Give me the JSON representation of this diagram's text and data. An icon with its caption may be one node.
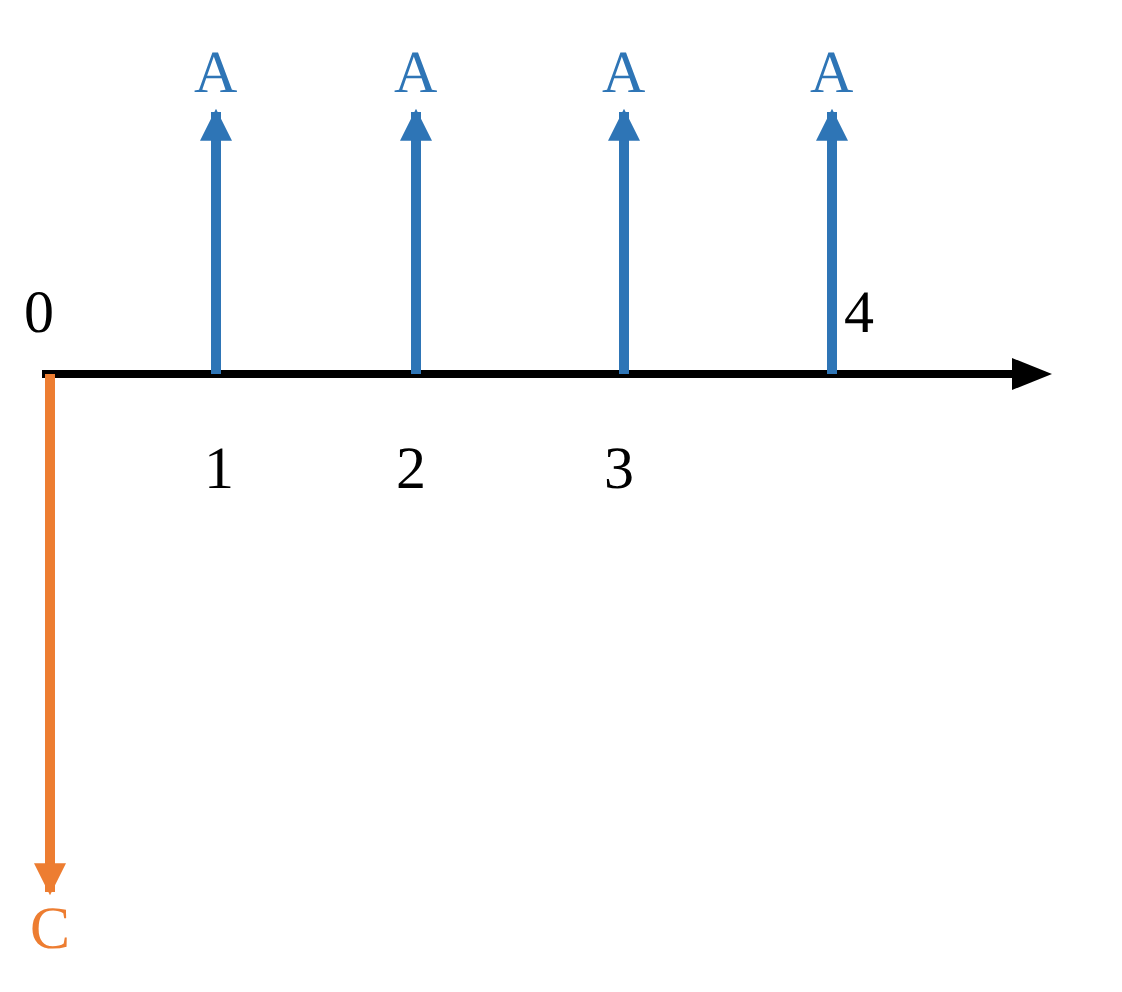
{
  "diagram": {
    "nodes": [
      {
        "text": [
          "A"
        ]
      },
      {
        "text": [
          "A"
        ]
      },
      {
        "text": [
          "A"
        ]
      },
      {
        "text": [
          "A"
        ]
      },
      {
        "text": [
          "C"
        ]
      }
    ],
    "edges": [
      {
        "from": null,
        "to": 0,
        "arrow": "to"
      },
      {
        "from": null,
        "to": 1,
        "arrow": "to"
      },
      {
        "from": null,
        "to": 2,
        "arrow": "to"
      },
      {
        "from": null,
        "to": 3,
        "arrow": "to"
      },
      {
        "from": null,
        "to": 4,
        "arrow": "to",
        "color": "#ed7d31"
      }
    ],
    "labels": [
      "0",
      "4",
      "1",
      "2",
      "3"
    ]
  }
}
